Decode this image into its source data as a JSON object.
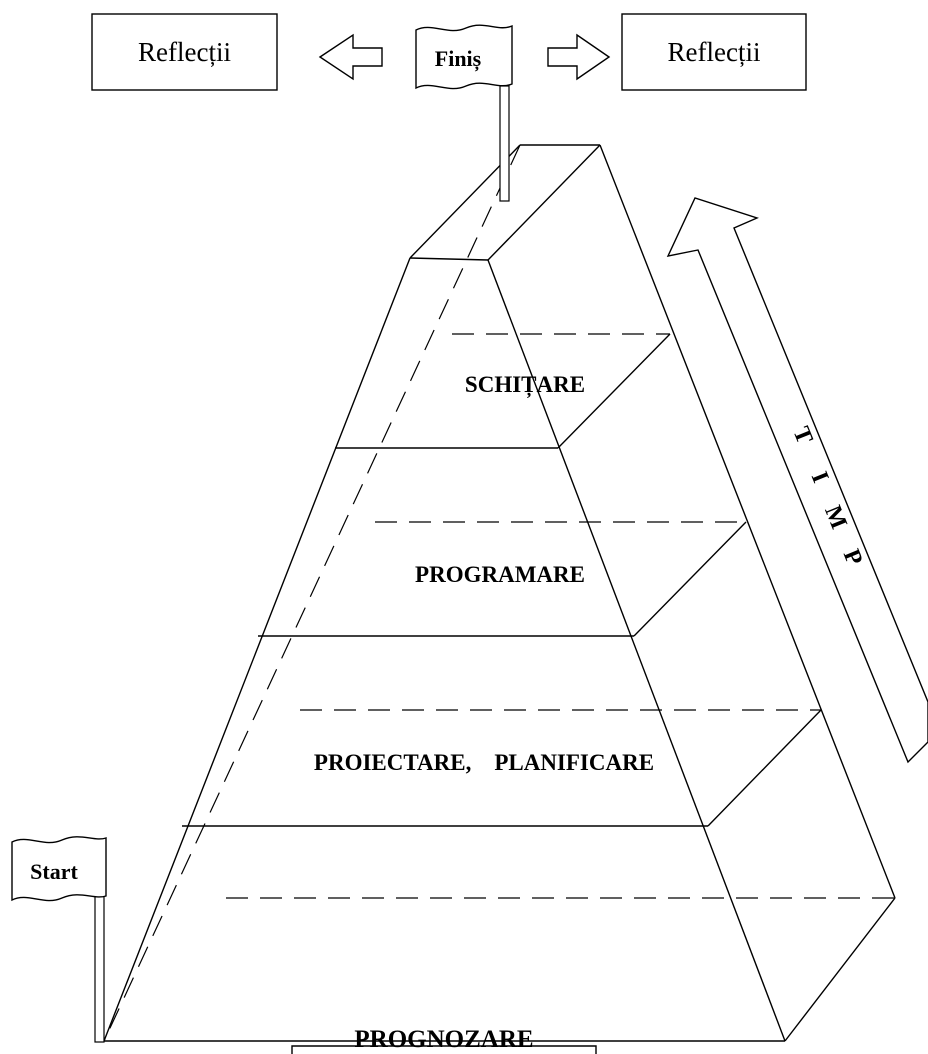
{
  "reflection_left": "Reflecții",
  "reflection_right": "Reflecții",
  "finish_flag": "Finiș",
  "start_flag": "Start",
  "time_label": [
    "T",
    "I",
    "M",
    "P"
  ],
  "levels": {
    "top": "SCHIȚARE",
    "second": "PROGRAMARE",
    "third": "PROIECTARE,    PLANIFICARE",
    "base": "PROGNOZARE"
  }
}
